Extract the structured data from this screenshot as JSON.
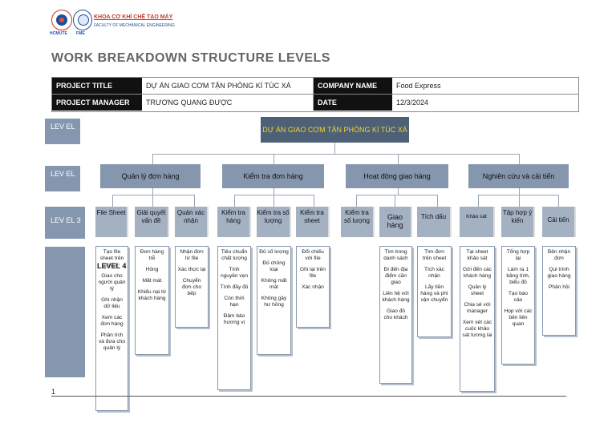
{
  "header": {
    "faculty_title": "KHOA CƠ KHÍ CHẾ TẠO MÁY",
    "faculty_subtitle": "FACULTY OF MECHANICAL ENGINEERING",
    "logo_left_label": "HCMUTE",
    "logo_right_label": "FME"
  },
  "title": "WORK BREAKDOWN STRUCTURE LEVELS",
  "info": {
    "project_title_label": "PROJECT TITLE",
    "project_title": "DỰ ÁN GIAO CƠM TẬN PHÒNG KÍ TÚC XÁ",
    "company_name_label": "COMPANY NAME",
    "company_name": "Food Express",
    "project_manager_label": "PROJECT MANAGER",
    "project_manager": "TRƯƠNG QUANG ĐƯỢC",
    "date_label": "DATE",
    "date": "12/3/2024"
  },
  "levels": {
    "level1": "LEV EL",
    "level2": "LEV EL",
    "level3": "LEV EL 3",
    "level4": "LEVEL 4"
  },
  "root": "DỰ ÁN GIAO CƠM TẬN PHÒNG KÍ TÚC XÁ",
  "level2": [
    "Quản lý đơn hàng",
    "Kiểm tra đơn hàng",
    "Hoạt động giao hàng",
    "Nghiên cứu và cải tiến"
  ],
  "level3": [
    {
      "label": "File Sheet",
      "items": [
        "Tạo file sheet trên google",
        "Giao cho người quản lý",
        "Ghi nhận dữ liệu",
        "Xem các đơn hàng",
        "Phân tích và đưa cho quản lý"
      ]
    },
    {
      "label": "Giải quyết vấn đề",
      "items": [
        "Đơn hàng trễ",
        "Hỏng",
        "Mất mát",
        "Khiếu nại từ khách hàng"
      ]
    },
    {
      "label": "Quản xác nhận",
      "items": [
        "Nhận đơn từ file",
        "Xác thực lại",
        "Chuyển đơn cho bếp"
      ]
    },
    {
      "label": "Kiểm tra hàng",
      "items": [
        "Tiêu chuẩn chất lượng",
        "Tính nguyên vẹn",
        "Tính đầy đủ",
        "Còn thời hạn",
        "Đảm bảo hương vị"
      ]
    },
    {
      "label": "Kiểm tra số lượng",
      "items": [
        "Đủ số lượng",
        "Đủ chủng loại",
        "Không mất mát",
        "Không gây hư hỏng"
      ]
    },
    {
      "label": "Kiểm tra sheet",
      "items": [
        "Đối chiếu với file",
        "Ghi lại trên file",
        "Xác nhận"
      ]
    },
    {
      "label": "Kiểm tra số lượng",
      "items": []
    },
    {
      "label": "Giao hàng",
      "items": [
        "Tìm trong danh sách",
        "Đi đến địa điểm cần giao",
        "Liên hệ với khách hàng",
        "Giao đồ cho khách"
      ]
    },
    {
      "label": "Tích dấu",
      "items": [
        "Tìm đơn trên sheet",
        "Tích xác nhận",
        "Lấy tiền hàng và phí vận chuyển"
      ]
    },
    {
      "label": "Khảo sát",
      "items": [
        "Tại sheet khảo sát",
        "Gửi đến các khách hàng",
        "Quản lý sheet",
        "Chia sẻ với manager",
        "Xem xét các cuộc khảo sát tương lai"
      ]
    },
    {
      "label": "Tập hợp ý kiến",
      "items": [
        "Tổng hợp lại",
        "Làm ra 1 bảng tính, biểu đồ",
        "Tạo báo cáo",
        "Họp với các bên liên quan"
      ]
    },
    {
      "label": "Cải tiến",
      "items": [
        "Bên nhận đơn",
        "Qui trình giao hàng",
        "Phản hồi"
      ]
    }
  ],
  "page_number": "1",
  "colors": {
    "root_bg": "#4e6076",
    "root_text": "#f2d22e",
    "level2_bg": "#8597ae",
    "level3_bg": "#a3b1c3"
  }
}
